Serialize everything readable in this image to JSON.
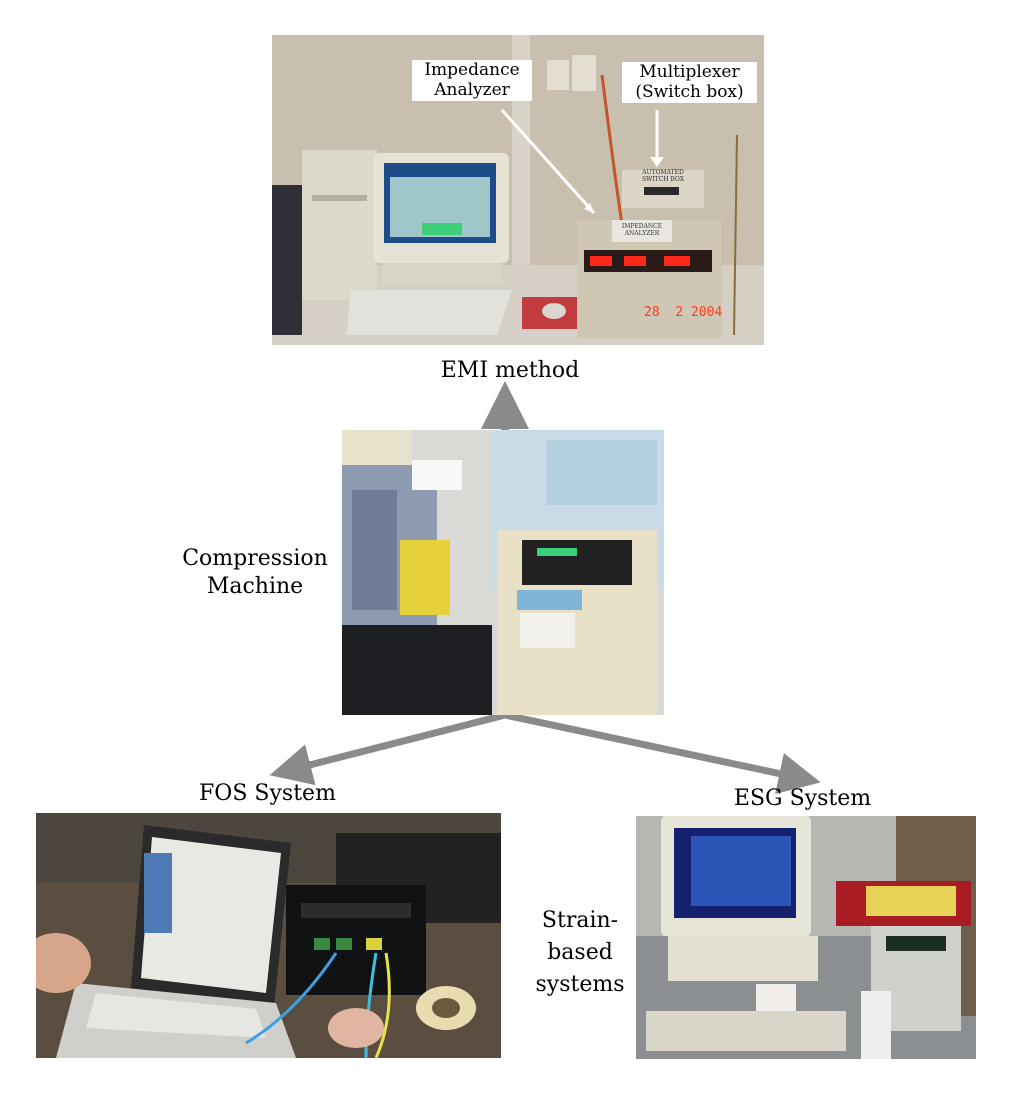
{
  "photos": {
    "emi_setup": {
      "callout_impedance": "Impedance\nAnalyzer",
      "callout_multiplexer": "Multiplexer\n(Switch box)",
      "switch_box_label": "AUTOMATED\nSWITCH BOX",
      "analyzer_label": "IMPEDANCE\nANALYZER",
      "date_stamp": "28  2 2004"
    },
    "compression_machine": {},
    "fos_setup": {},
    "esg_setup": {}
  },
  "labels": {
    "emi_method": "EMI method",
    "compression_machine": "Compression\nMachine",
    "fos_system": "FOS System",
    "esg_system": "ESG System",
    "strain_based": "Strain-\nbased\nsystems"
  },
  "colors": {
    "arrow": "#8a8a8a",
    "date_stamp": "#ff3b1f",
    "led": "#ff2a1a"
  }
}
